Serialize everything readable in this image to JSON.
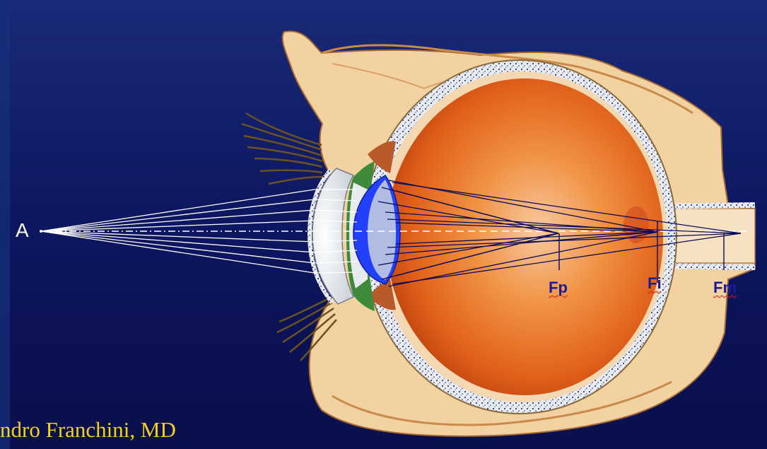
{
  "diagram": {
    "point_label": "A",
    "focal_labels": {
      "fp": "Fp",
      "fi": "Fi",
      "fm": "Fm"
    },
    "credit": "ndro Franchini, MD"
  },
  "colors": {
    "background": "#0a0f4a",
    "sclera": "#f5d6a6",
    "vitreous": "#e8641a",
    "lens": "#2440ff",
    "rays_outside": "#ffffff",
    "rays_inside": "#0a0a5a",
    "credit_text": "#f2d21c",
    "focal_text": "#1a1a9a"
  }
}
